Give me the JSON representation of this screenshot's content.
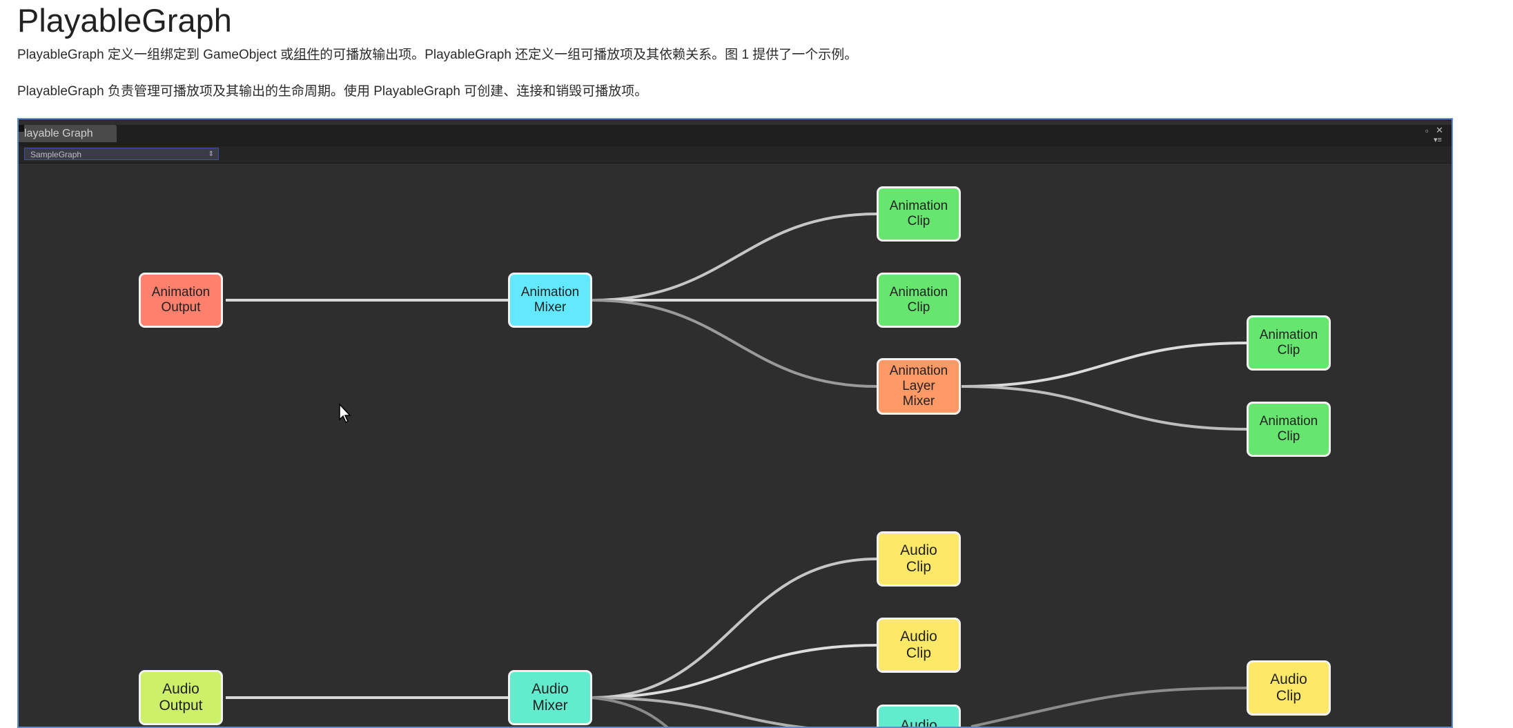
{
  "page": {
    "title": "PlayableGraph",
    "para1": {
      "before": "PlayableGraph 定义一组绑定到 GameObject 或",
      "link": "组件",
      "after": "的可播放输出项。PlayableGraph 还定义一组可播放项及其依赖关系。图 1 提供了一个示例。"
    },
    "para2": "PlayableGraph 负责管理可播放项及其输出的生命周期。使用 PlayableGraph 可创建、连接和销毁可播放项。"
  },
  "window": {
    "tab_title": "layable Graph",
    "dropdown_value": "SampleGraph",
    "dropdown_arrow": "⇕",
    "restore_glyph": "▫",
    "close_glyph": "✕",
    "menu_glyph": "▾≡"
  },
  "graph": {
    "colors": {
      "animation_output": "#ff806c",
      "animation_mixer": "#62e9ff",
      "animation_clip": "#66e56f",
      "animation_layer_mixer": "#ff9a66",
      "audio_output": "#cdf06a",
      "audio_mixer": "#62ebcc",
      "audio_clip": "#fde868",
      "edge": "#d8d8d8"
    },
    "nodes": {
      "animation_output": "Animation\nOutput",
      "animation_mixer": "Animation\nMixer",
      "animation_clip_1": "Animation\nClip",
      "animation_clip_2": "Animation\nClip",
      "animation_layer_mixer": "Animation\nLayer\nMixer",
      "animation_clip_3": "Animation\nClip",
      "animation_clip_4": "Animation\nClip",
      "audio_output": "Audio\nOutput",
      "audio_mixer": "Audio\nMixer",
      "audio_clip_1": "Audio\nClip",
      "audio_clip_2": "Audio\nClip",
      "audio_clip_3": "Audio",
      "audio_clip_4": "Audio\nClip"
    }
  }
}
